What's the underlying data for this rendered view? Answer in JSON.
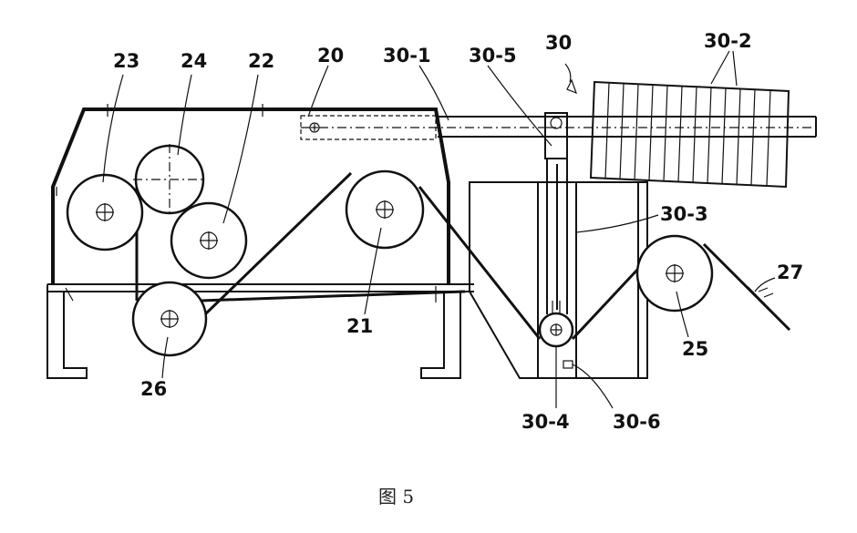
{
  "figure": {
    "caption": "图 5",
    "labels": {
      "l23": "23",
      "l24": "24",
      "l22": "22",
      "l20": "20",
      "l30_1": "30-1",
      "l30_5": "30-5",
      "l30": "30",
      "l30_2": "30-2",
      "l30_3": "30-3",
      "l27": "27",
      "l21": "21",
      "l25": "25",
      "l26": "26",
      "l30_4": "30-4",
      "l30_6": "30-6"
    }
  }
}
